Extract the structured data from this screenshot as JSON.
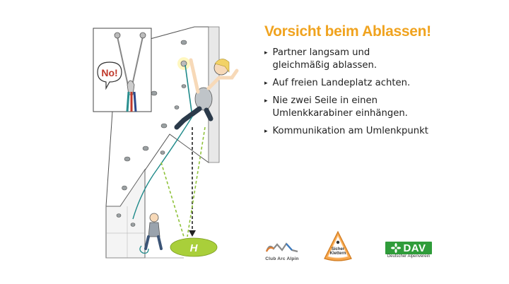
{
  "slide": {
    "title": "Vorsicht beim Ablassen!",
    "bullet_marker": "▸",
    "bullets": [
      "Partner langsam und\ngleichmäßig ablassen.",
      "Auf freien Landeplatz achten.",
      "Nie zwei Seile in einen\nUmlenkkarabiner einhängen.",
      "Kommunikation am Umlenkpunkt"
    ]
  },
  "illustration": {
    "inset_callout": "No!"
  },
  "logos": {
    "caa_caption": "Club Arc Alpin",
    "sicher_klettern_line1": "Sicher",
    "sicher_klettern_line2": "Klettern",
    "dav_mark": "DAV",
    "dav_caption": "Deutscher Alpenverein"
  },
  "colors": {
    "title": "#f0a31f",
    "dav_green": "#2f9c3a",
    "landing_pad": "#a9cf3a",
    "rope": "#1f8a8a",
    "guide_line": "#8fc23a"
  }
}
